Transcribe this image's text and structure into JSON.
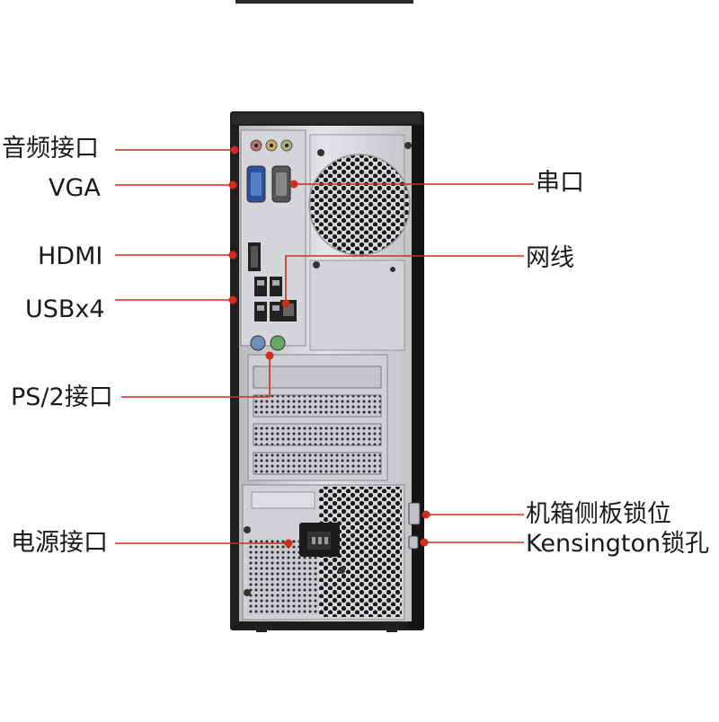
{
  "colors": {
    "callout_line": "#d42a1f",
    "chassis_dark": "#1e1e1e",
    "panel_metal": "#c9cbcf",
    "panel_metal_light": "#dfe1e4",
    "hole": "#1b1b1b"
  },
  "callouts": {
    "left": [
      {
        "id": "audio",
        "text": "音频接口"
      },
      {
        "id": "vga",
        "text": "VGA"
      },
      {
        "id": "hdmi",
        "text": "HDMI"
      },
      {
        "id": "usb",
        "text": "USBx4"
      },
      {
        "id": "ps2",
        "text": "PS/2接口"
      },
      {
        "id": "power",
        "text": "电源接口"
      }
    ],
    "right": [
      {
        "id": "serial",
        "text": "串口"
      },
      {
        "id": "lan",
        "text": "网线"
      },
      {
        "id": "side_lock",
        "text": "机箱侧板锁位"
      },
      {
        "id": "kensington",
        "text": "Kensington锁孔"
      }
    ]
  },
  "icons": {
    "pc_rear": "desktop-rear-panel-icon",
    "fan_grill": "fan-grill-icon",
    "psu_socket": "iec-power-socket-icon"
  }
}
